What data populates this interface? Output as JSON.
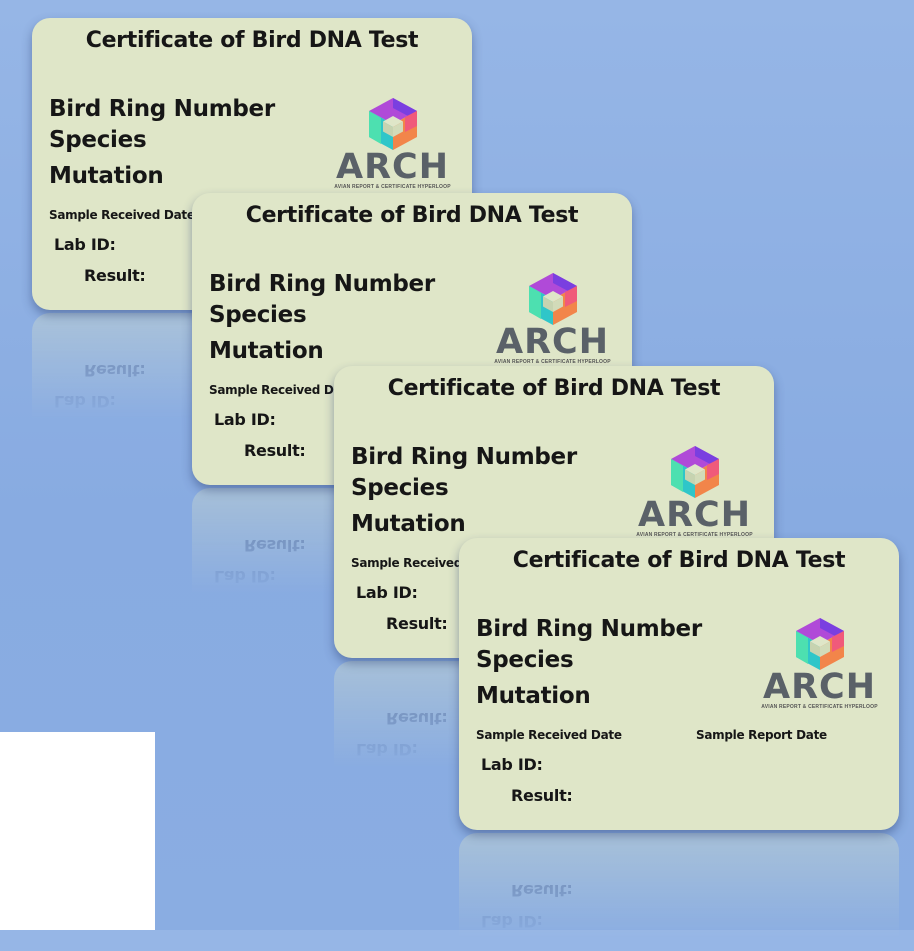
{
  "certificate": {
    "title": "Certificate of Bird DNA Test",
    "ring_label": "Bird Ring Number",
    "species_label": "Species",
    "mutation_label": "Mutation",
    "sample_received_label": "Sample Received Date",
    "sample_report_label": "Sample Report Date",
    "lab_id_label": "Lab ID:",
    "result_label": "Result:"
  },
  "logo": {
    "name": "ARCH",
    "tagline": "AVIAN REPORT & CERTIFICATE HYPERLOOP",
    "icon": "hexagon-cube-logo-icon"
  },
  "colors": {
    "background": "#8aade2",
    "card": "#dfe6c8",
    "logo_text": "#5a6168"
  }
}
